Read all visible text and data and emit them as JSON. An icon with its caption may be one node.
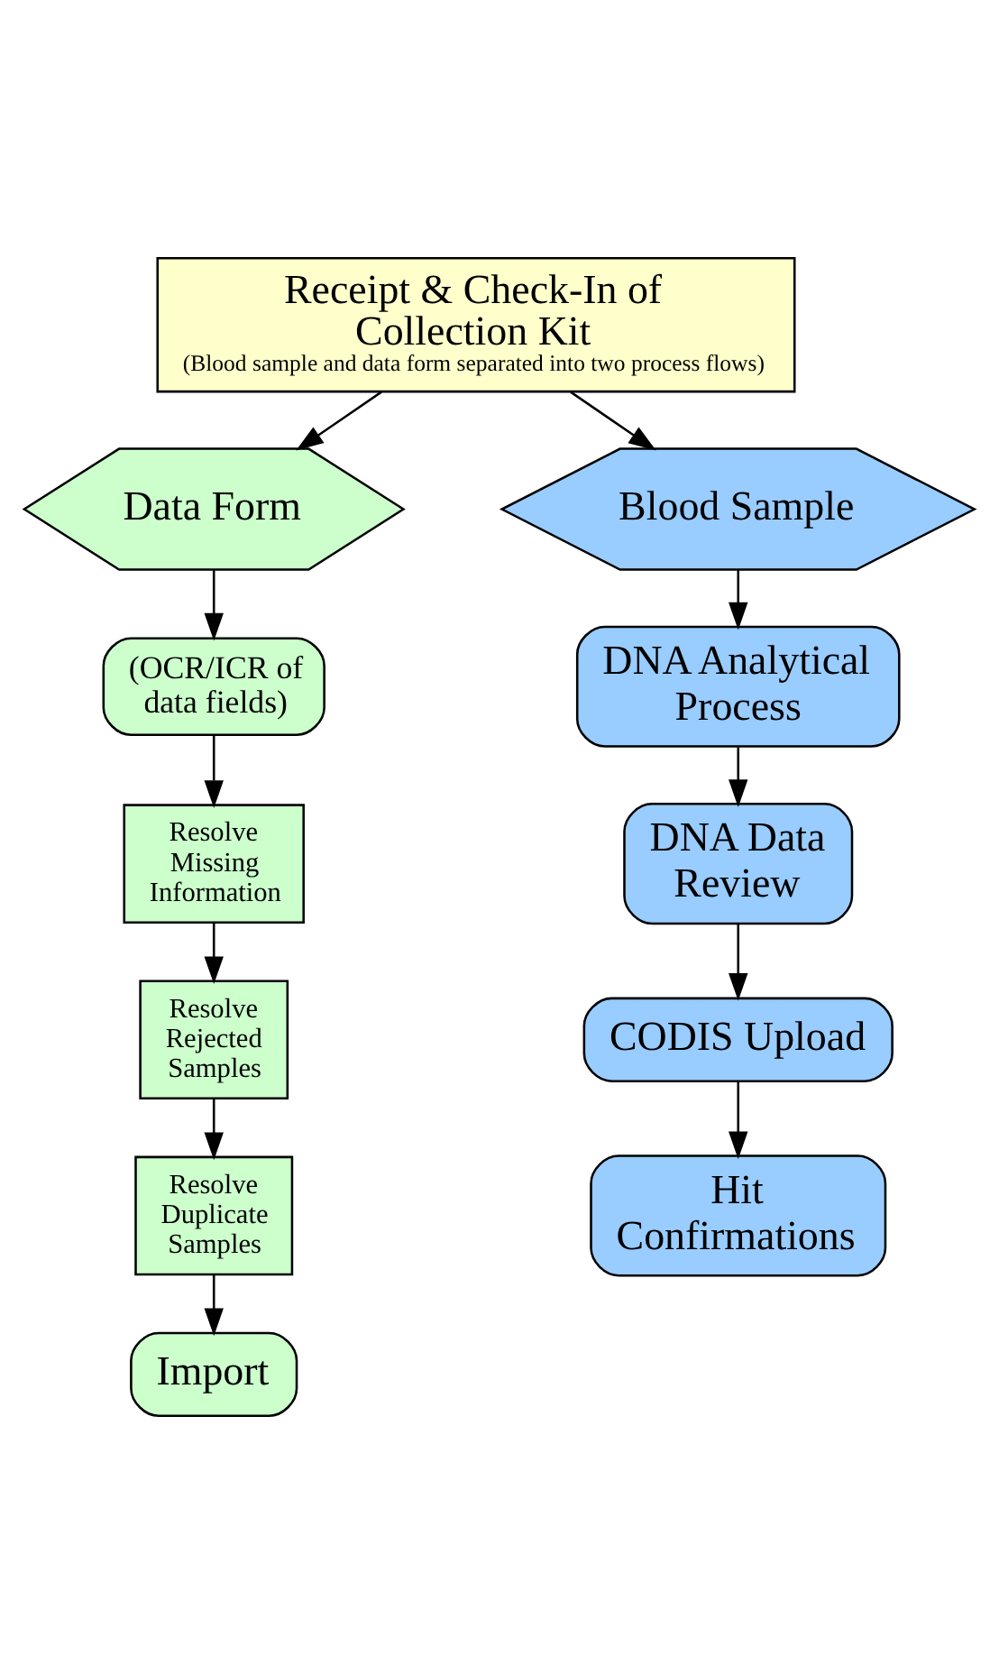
{
  "diagram": {
    "nodes": [
      {
        "text": [
          "Receipt & Check-In of Collection Kit",
          "(Blood sample and data form separated into two process flows)"
        ]
      },
      {
        "text": [
          "Data Form"
        ]
      },
      {
        "text": [
          "Blood Sample"
        ]
      },
      {
        "text": [
          "(OCR/ICR of data fields)"
        ]
      },
      {
        "text": [
          "Resolve Missing Information"
        ]
      },
      {
        "text": [
          "Resolve Rejected Samples"
        ]
      },
      {
        "text": [
          "Resolve Duplicate Samples"
        ]
      },
      {
        "text": [
          "Import"
        ]
      },
      {
        "text": [
          "DNA Analytical Process"
        ]
      },
      {
        "text": [
          "DNA Data Review"
        ]
      },
      {
        "text": [
          "CODIS Upload"
        ]
      },
      {
        "text": [
          "Hit Confirmations"
        ]
      }
    ],
    "edges": [
      {
        "from": 0,
        "to": 1,
        "arrow": "to"
      },
      {
        "from": 0,
        "to": 2,
        "arrow": "to"
      },
      {
        "from": 1,
        "to": 3,
        "arrow": "to"
      },
      {
        "from": 3,
        "to": 4,
        "arrow": "to"
      },
      {
        "from": 4,
        "to": 5,
        "arrow": "to"
      },
      {
        "from": 5,
        "to": 6,
        "arrow": "to"
      },
      {
        "from": 6,
        "to": 7,
        "arrow": "to"
      },
      {
        "from": 2,
        "to": 8,
        "arrow": "to"
      },
      {
        "from": 8,
        "to": 9,
        "arrow": "to"
      },
      {
        "from": 9,
        "to": 10,
        "arrow": "to"
      },
      {
        "from": 10,
        "to": 11,
        "arrow": "to"
      }
    ]
  }
}
